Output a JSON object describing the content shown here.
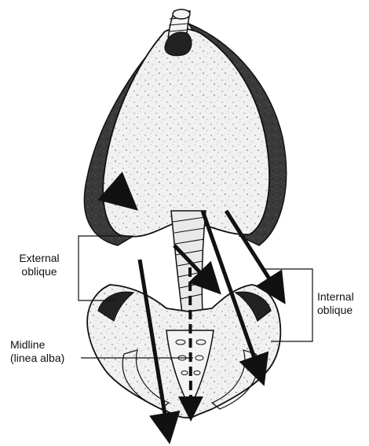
{
  "figure": {
    "labels": {
      "external_oblique": {
        "line1": "External",
        "line2": "oblique"
      },
      "internal_oblique": {
        "line1": "Internal",
        "line2": "oblique"
      },
      "midline": {
        "line1": "Midline",
        "line2": "(linea alba)"
      }
    },
    "colors": {
      "ink": "#111111",
      "muscle_shading": "#3a3a3a",
      "stipple": "#9a9a9a",
      "paper": "#ffffff"
    }
  }
}
